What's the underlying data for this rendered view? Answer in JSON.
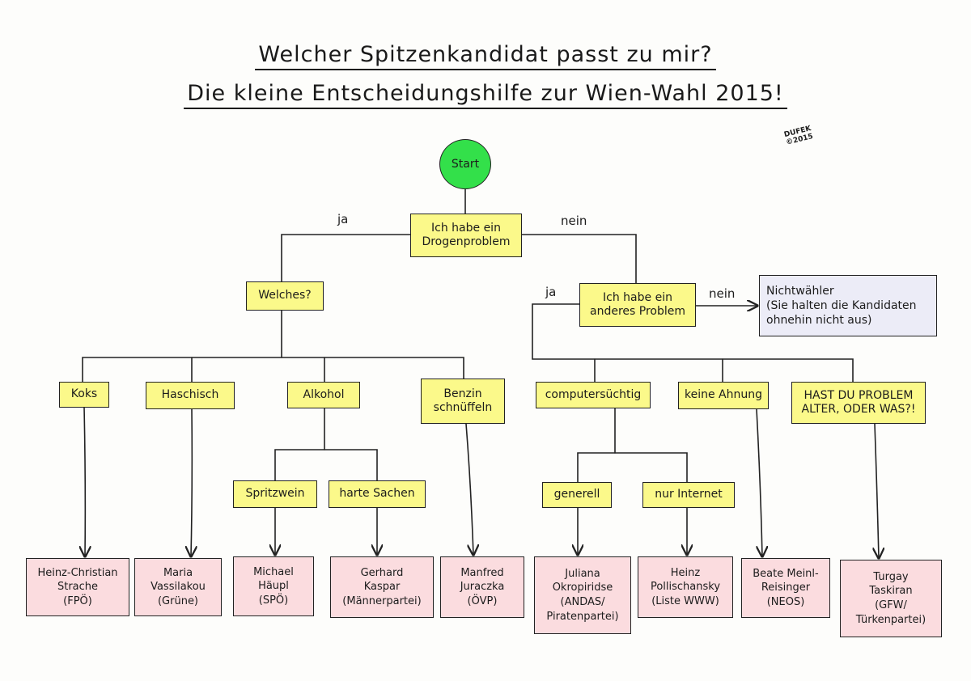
{
  "title": {
    "line1": "Welcher Spitzenkandidat passt zu mir?",
    "line2": "Die kleine Entscheidungshilfe zur Wien-Wahl 2015!"
  },
  "signature": {
    "name": "DUFEK",
    "year": "©2015"
  },
  "start": "Start",
  "questions": {
    "drogen": "Ich habe ein\nDrogenproblem",
    "welches": "Welches?",
    "anderes": "Ich habe ein\nanderes Problem",
    "koks": "Koks",
    "haschisch": "Haschisch",
    "alkohol": "Alkohol",
    "benzin": "Benzin\nschnüffeln",
    "spritzwein": "Spritzwein",
    "harte": "harte Sachen",
    "computer": "computersüchtig",
    "ahnung": "keine Ahnung",
    "hast": "HAST DU PROBLEM\nALTER, ODER WAS?!",
    "generell": "generell",
    "internet": "nur Internet"
  },
  "nichtwaehler": "Nichtwähler\n(Sie halten die Kandidaten\n ohnehin nicht aus)",
  "labels": {
    "ja": "ja",
    "nein": "nein"
  },
  "results": {
    "strache": "Heinz-Christian\nStrache\n(FPÖ)",
    "vassilakou": "Maria\nVassilakou\n(Grüne)",
    "haeupl": "Michael\nHäupl\n(SPÖ)",
    "kaspar": "Gerhard\nKaspar\n(Männerpartei)",
    "juraczka": "Manfred\nJuraczka\n(ÖVP)",
    "okropiridse": "Juliana\nOkropiridse\n(ANDAS/\nPiratenpartei)",
    "pollischansky": "Heinz\nPollischansky\n(Liste WWW)",
    "meinl": "Beate Meinl-\nReisinger\n(NEOS)",
    "taskiran": "Turgay\nTaskiran\n(GFW/\nTürkenpartei)"
  },
  "colors": {
    "start": "#33e04a",
    "question": "#fbf98a",
    "result": "#fbdcdf",
    "nichtwaehler": "#ececf7",
    "line": "#222222"
  }
}
